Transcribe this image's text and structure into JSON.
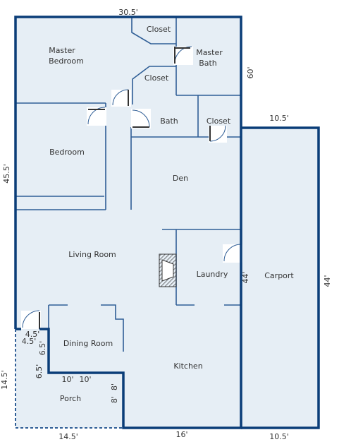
{
  "colors": {
    "wall": "#0a3d78",
    "interior_wall": "#2f5e96",
    "room_fill": "#e6eef5",
    "background": "#ffffff",
    "text": "#333333"
  },
  "rooms": {
    "closet_top": "Closet",
    "master_bedroom_1": "Master",
    "master_bedroom_2": "Bedroom",
    "master_bath_1": "Master",
    "master_bath_2": "Bath",
    "closet_mid": "Closet",
    "bath": "Bath",
    "closet_right": "Closet",
    "bedroom": "Bedroom",
    "den": "Den",
    "living_room": "Living Room",
    "laundry": "Laundry",
    "carport": "Carport",
    "dining_room": "Dining Room",
    "kitchen": "Kitchen",
    "porch": "Porch"
  },
  "dimensions": {
    "top_width": "30.5'",
    "house_right_height": "60'",
    "carport_top_width": "10.5'",
    "left_height": "45.5'",
    "carport_height": "44'",
    "laundry_side": "44'",
    "notch_width_a": "4.5'",
    "notch_width_b": "4.5'",
    "notch_height_a": "6.5'",
    "notch_height_b": "6.5'",
    "porch_top_a": "10'",
    "porch_top_b": "10'",
    "porch_side_a": "8'",
    "porch_side_b": "8'",
    "porch_left_height": "14.5'",
    "porch_bottom_width": "14.5'",
    "kitchen_bottom_width": "16'",
    "carport_bottom_width": "10.5'"
  }
}
